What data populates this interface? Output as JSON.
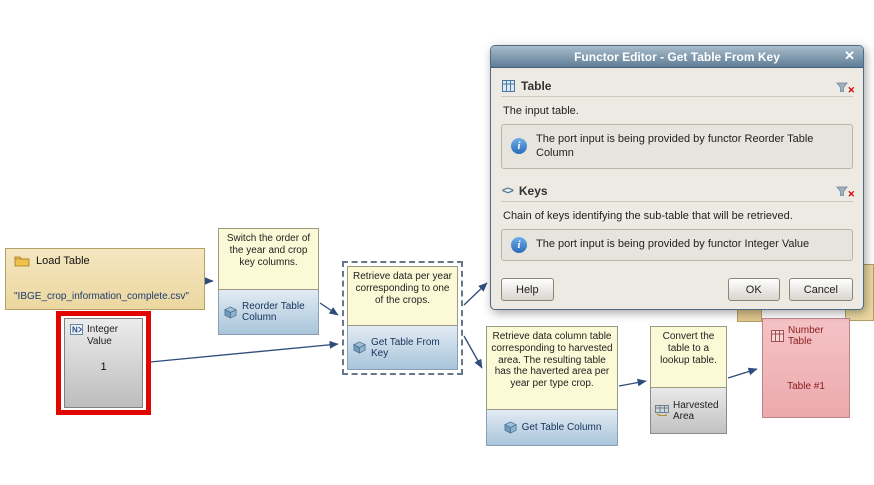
{
  "icons": {
    "close": "✕",
    "clear_x": "✕",
    "info": "i",
    "keys": "<>"
  },
  "dialog": {
    "title": "Functor Editor - Get Table From Key",
    "sections": [
      {
        "name": "Table",
        "description": "The input table.",
        "info": "The port input is being provided by functor Reorder Table Column"
      },
      {
        "name": "Keys",
        "description": "Chain of keys identifying the sub-table that will be retrieved.",
        "info": "The port input is being provided by functor Integer Value"
      }
    ],
    "buttons": {
      "help": "Help",
      "ok": "OK",
      "cancel": "Cancel"
    }
  },
  "canvas": {
    "load_table": {
      "title": "Load Table",
      "filename": "\"IBGE_crop_information_complete.csv\""
    },
    "integer_value": {
      "title": "Integer Value",
      "value": "1"
    },
    "reorder": {
      "note": "Switch the order of the year and crop key columns.",
      "label": "Reorder Table Column"
    },
    "get_table_from_key": {
      "note": "Retrieve data per year corresponding to one of the crops.",
      "label": "Get Table From Key"
    },
    "get_table_column": {
      "note": "Retrieve data column table corresponding to harvested area. The resulting table has the haverted area per year per type crop.",
      "label": "Get Table Column"
    },
    "harvested_area": {
      "note": "Convert the table to a lookup table.",
      "label": "Harvested Area"
    },
    "number_table": {
      "title": "Number Table",
      "value": "Table #1"
    }
  }
}
